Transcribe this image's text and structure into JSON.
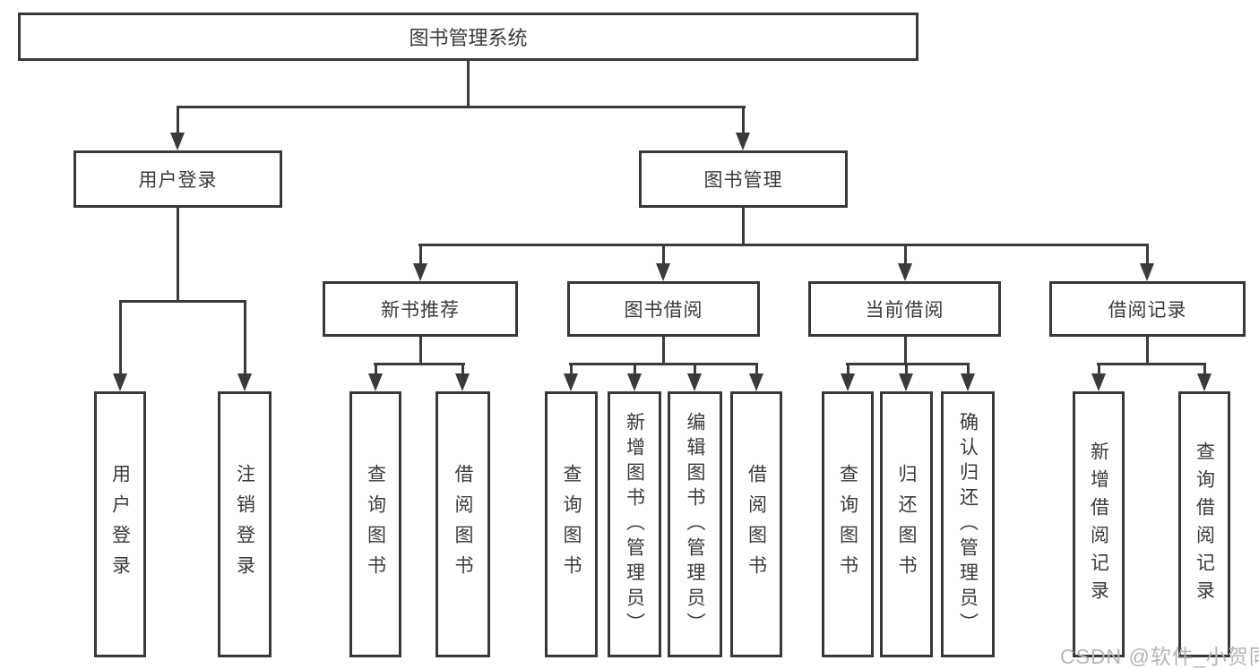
{
  "diagram": {
    "root": {
      "label": "图书管理系统"
    },
    "branches": [
      {
        "label": "用户登录",
        "children": [
          {
            "label": "用户登录"
          },
          {
            "label": "注销登录"
          }
        ]
      },
      {
        "label": "图书管理",
        "children": [
          {
            "label": "新书推荐",
            "children": [
              {
                "label": "查询图书"
              },
              {
                "label": "借阅图书"
              }
            ]
          },
          {
            "label": "图书借阅",
            "children": [
              {
                "label": "查询图书"
              },
              {
                "label": "新增图书（管理员）"
              },
              {
                "label": "编辑图书（管理员）"
              },
              {
                "label": "借阅图书"
              }
            ]
          },
          {
            "label": "当前借阅",
            "children": [
              {
                "label": "查询图书"
              },
              {
                "label": "归还图书"
              },
              {
                "label": "确认归还（管理员）"
              }
            ]
          },
          {
            "label": "借阅记录",
            "children": [
              {
                "label": "新增借阅记录"
              },
              {
                "label": "查询借阅记录"
              }
            ]
          }
        ]
      }
    ]
  },
  "watermark": {
    "text": "CSDN @软件_小贺同学"
  },
  "colors": {
    "line": "#3a3a3a",
    "border": "#383838",
    "watermark": "#b5b5b5"
  }
}
